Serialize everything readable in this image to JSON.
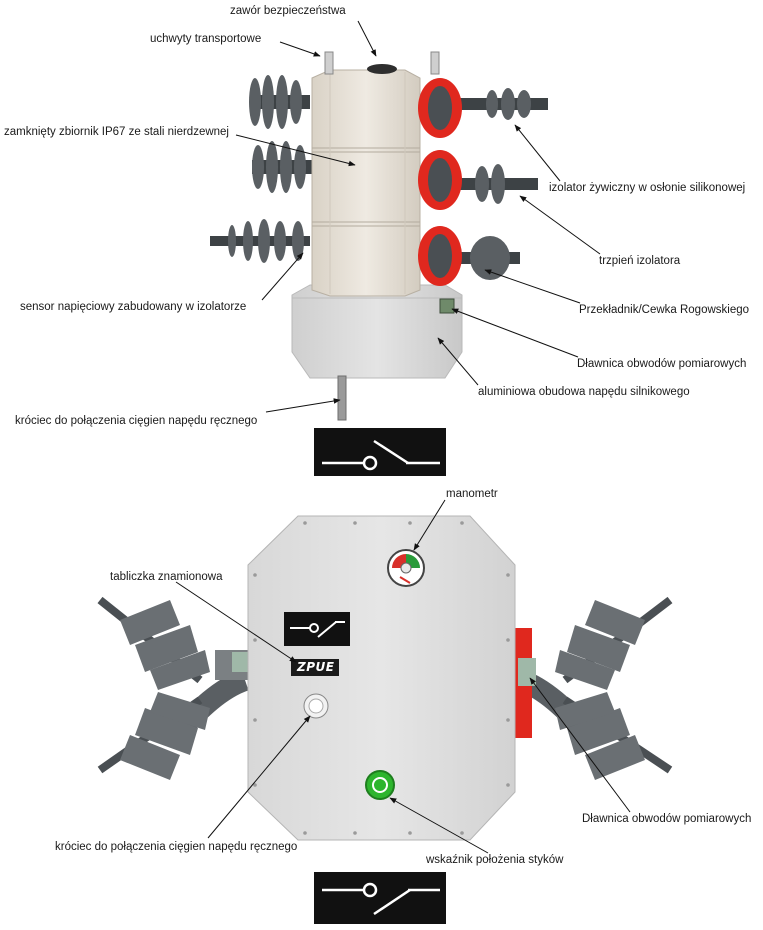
{
  "labels": {
    "safety_valve": "zawór bezpieczeństwa",
    "transport_handles": "uchwyty transportowe",
    "sealed_tank": "zamknięty zbiornik IP67 ze stali nierdzewnej",
    "resin_insulator": "izolator żywiczny w osłonie silikonowej",
    "insulator_pin": "trzpień izolatora",
    "voltage_sensor": "sensor napięciowy zabudowany w izolatorze",
    "transformer": "Przekładnik/Cewka Rogowskiego",
    "gland_top": "Dławnica obwodów pomiarowych",
    "aluminium_housing": "aluminiowa obudowa napędu silnikowego",
    "manual_drive_top": "króciec do połączenia cięgien napędu ręcznego",
    "manometer": "manometr",
    "nameplate": "tabliczka znamionowa",
    "gland_bottom": "Dławnica obwodów pomiarowych",
    "manual_drive_bottom": "króciec do połączenia cięgien napędu ręcznego",
    "contact_indicator": "wskaźnik położenia styków"
  },
  "logo": "ZPUE",
  "colors": {
    "tank": "#e9e3d9",
    "tank_shade": "#d6cfc3",
    "housing": "#dcdcdc",
    "insulator": "#5a5f63",
    "insulator_dark": "#3d4245",
    "red_ring": "#e0281e",
    "indicator_green": "#2db52d",
    "symbol_bg": "#111111"
  },
  "icons": [
    "switch-symbol-icon",
    "manometer-icon",
    "position-indicator-icon",
    "valve-icon"
  ]
}
